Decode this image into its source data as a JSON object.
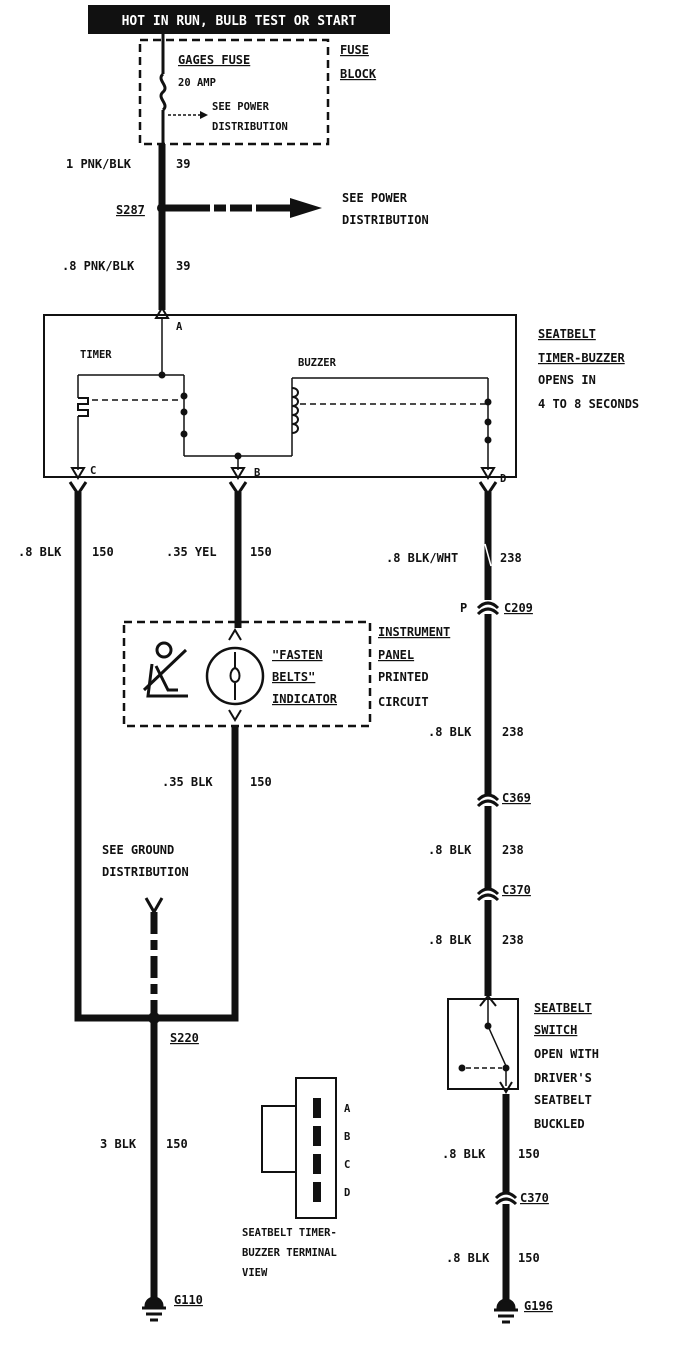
{
  "header": "HOT IN RUN, BULB TEST OR START",
  "fuse": {
    "title": "GAGES FUSE",
    "rating": "20 AMP",
    "see_line1": "SEE POWER",
    "see_line2": "DISTRIBUTION",
    "block_line1": "FUSE",
    "block_line2": "BLOCK"
  },
  "wires": {
    "feed_top_size": "1 PNK/BLK",
    "feed_top_circuit": "39",
    "splice": "S287",
    "power_dist_line1": "SEE POWER",
    "power_dist_line2": "DISTRIBUTION",
    "feed_bottom_size": ".8 PNK/BLK",
    "feed_bottom_circuit": "39",
    "c_size": ".8 BLK",
    "c_circuit": "150",
    "b_size": ".35 YEL",
    "b_circuit": "150",
    "d_size": ".8 BLK/WHT",
    "d_circuit": "238",
    "ind_out_size": ".35 BLK",
    "ind_out_circuit": "150",
    "after_c209_size": ".8 BLK",
    "after_c209_circuit": "238",
    "after_c369_size": ".8 BLK",
    "after_c369_circuit": "238",
    "after_c370_size": ".8 BLK",
    "after_c370_circuit": "238",
    "ground_run_size": "3 BLK",
    "ground_run_circuit": "150",
    "switch_out_size": ".8 BLK",
    "switch_out_circuit": "150",
    "switch_out2_size": ".8 BLK",
    "switch_out2_circuit": "150"
  },
  "module": {
    "pin_a": "A",
    "pin_b": "B",
    "pin_c": "C",
    "pin_d": "D",
    "timer_label": "TIMER",
    "buzzer_label": "BUZZER",
    "title_line1": "SEATBELT",
    "title_line2": "TIMER-BUZZER",
    "title_line3": "OPENS IN",
    "title_line4": "4 TO 8 SECONDS"
  },
  "indicator": {
    "line1": "\"FASTEN",
    "line2": "BELTS\"",
    "line3": "INDICATOR",
    "panel_line1": "INSTRUMENT",
    "panel_line2": "PANEL",
    "panel_line3": "PRINTED",
    "panel_line4": "CIRCUIT"
  },
  "connectors": {
    "c209_pin": "P",
    "c209": "C209",
    "c369": "C369",
    "c370a": "C370",
    "c370b": "C370"
  },
  "ground": {
    "see_line1": "SEE GROUND",
    "see_line2": "DISTRIBUTION",
    "splice": "S220",
    "g110": "G110",
    "g196": "G196"
  },
  "seatbelt_switch": {
    "line1": "SEATBELT",
    "line2": "SWITCH",
    "line3": "OPEN WITH",
    "line4": "DRIVER'S",
    "line5": "SEATBELT",
    "line6": "BUCKLED"
  },
  "terminal_view": {
    "pin_a": "A",
    "pin_b": "B",
    "pin_c": "C",
    "pin_d": "D",
    "caption_line1": "SEATBELT TIMER-",
    "caption_line2": "BUZZER TERMINAL",
    "caption_line3": "VIEW"
  }
}
